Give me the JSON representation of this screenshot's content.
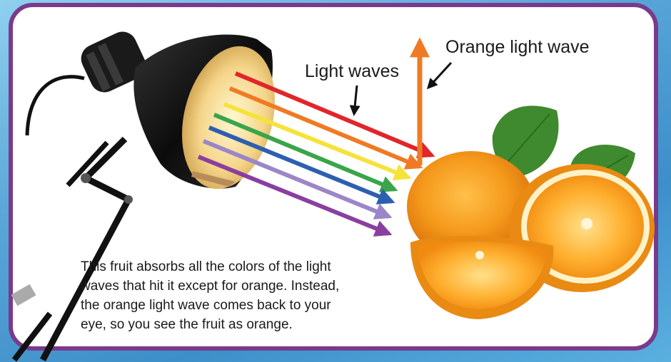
{
  "labels": {
    "light_waves": "Light waves",
    "orange_light_wave": "Orange light wave"
  },
  "caption": {
    "lines": [
      "This fruit absorbs all the colors of the light",
      "waves that hit it except for orange. Instead,",
      "the orange light wave comes back to your",
      "eye, so you see the fruit as orange."
    ]
  },
  "colors": {
    "border": "#7a3a8c",
    "wave_colors": [
      "#e0262b",
      "#f07a23",
      "#f6e23a",
      "#3aa54a",
      "#2d5fb0",
      "#9b86c8",
      "#8a3fa0"
    ],
    "reflected_wave": "#f07a23",
    "orange": "#f39a1e",
    "leaf": "#3f8a2e",
    "lamp": "#111111"
  },
  "icons": {
    "lamp": "desk-lamp-icon",
    "fruit": "orange-fruit-icon",
    "leaves": "leaf-icon"
  }
}
